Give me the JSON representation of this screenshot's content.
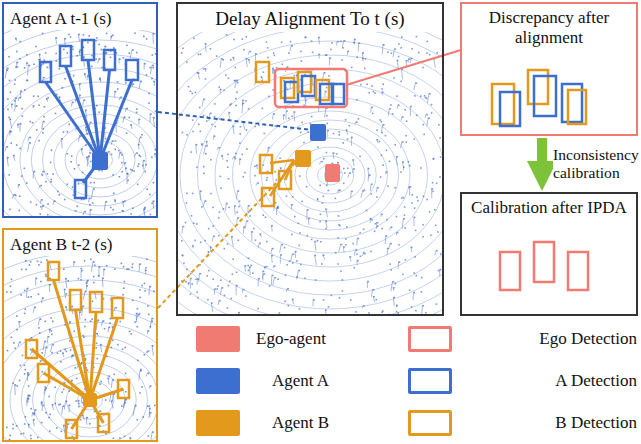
{
  "diagram": {
    "nodes": [
      {
        "text": [
          "Agent A t-1 (s)"
        ]
      },
      {
        "text": [
          "Agent B t-2 (s)"
        ]
      },
      {
        "text": [
          "Delay Alignment To t (s)"
        ]
      },
      {
        "text": [
          "Discrepancy after alignment"
        ]
      },
      {
        "text": [
          "Calibration after IPDA"
        ]
      }
    ],
    "edges": [
      {
        "from": 3,
        "to": 4,
        "arrow": "to",
        "label": "Inconsistency calibration"
      }
    ],
    "legend": [
      {
        "text": "Ego-agent",
        "color": "#f07b72"
      },
      {
        "text": "Agent A",
        "color": "#3d6fd0"
      },
      {
        "text": "Agent B",
        "color": "#e3991c"
      },
      {
        "text": "Ego Detection"
      },
      {
        "text": "A Detection"
      },
      {
        "text": "B Detection"
      }
    ]
  }
}
